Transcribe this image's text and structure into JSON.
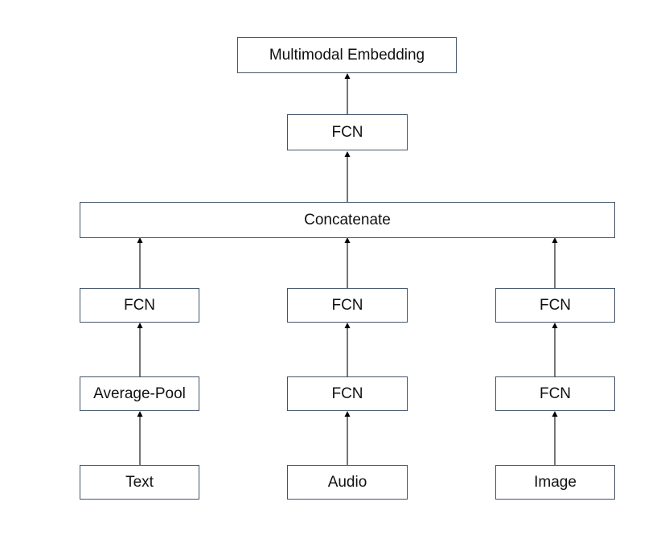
{
  "nodes": {
    "multimodal_embedding": "Multimodal Embedding",
    "fcn_top": "FCN",
    "concatenate": "Concatenate",
    "fcn_text_upper": "FCN",
    "fcn_audio_upper": "FCN",
    "fcn_image_upper": "FCN",
    "average_pool": "Average-Pool",
    "fcn_audio_lower": "FCN",
    "fcn_image_lower": "FCN",
    "text_input": "Text",
    "audio_input": "Audio",
    "image_input": "Image"
  },
  "colors": {
    "box_border": "#44546a",
    "arrow": "#000000",
    "background": "#ffffff"
  }
}
